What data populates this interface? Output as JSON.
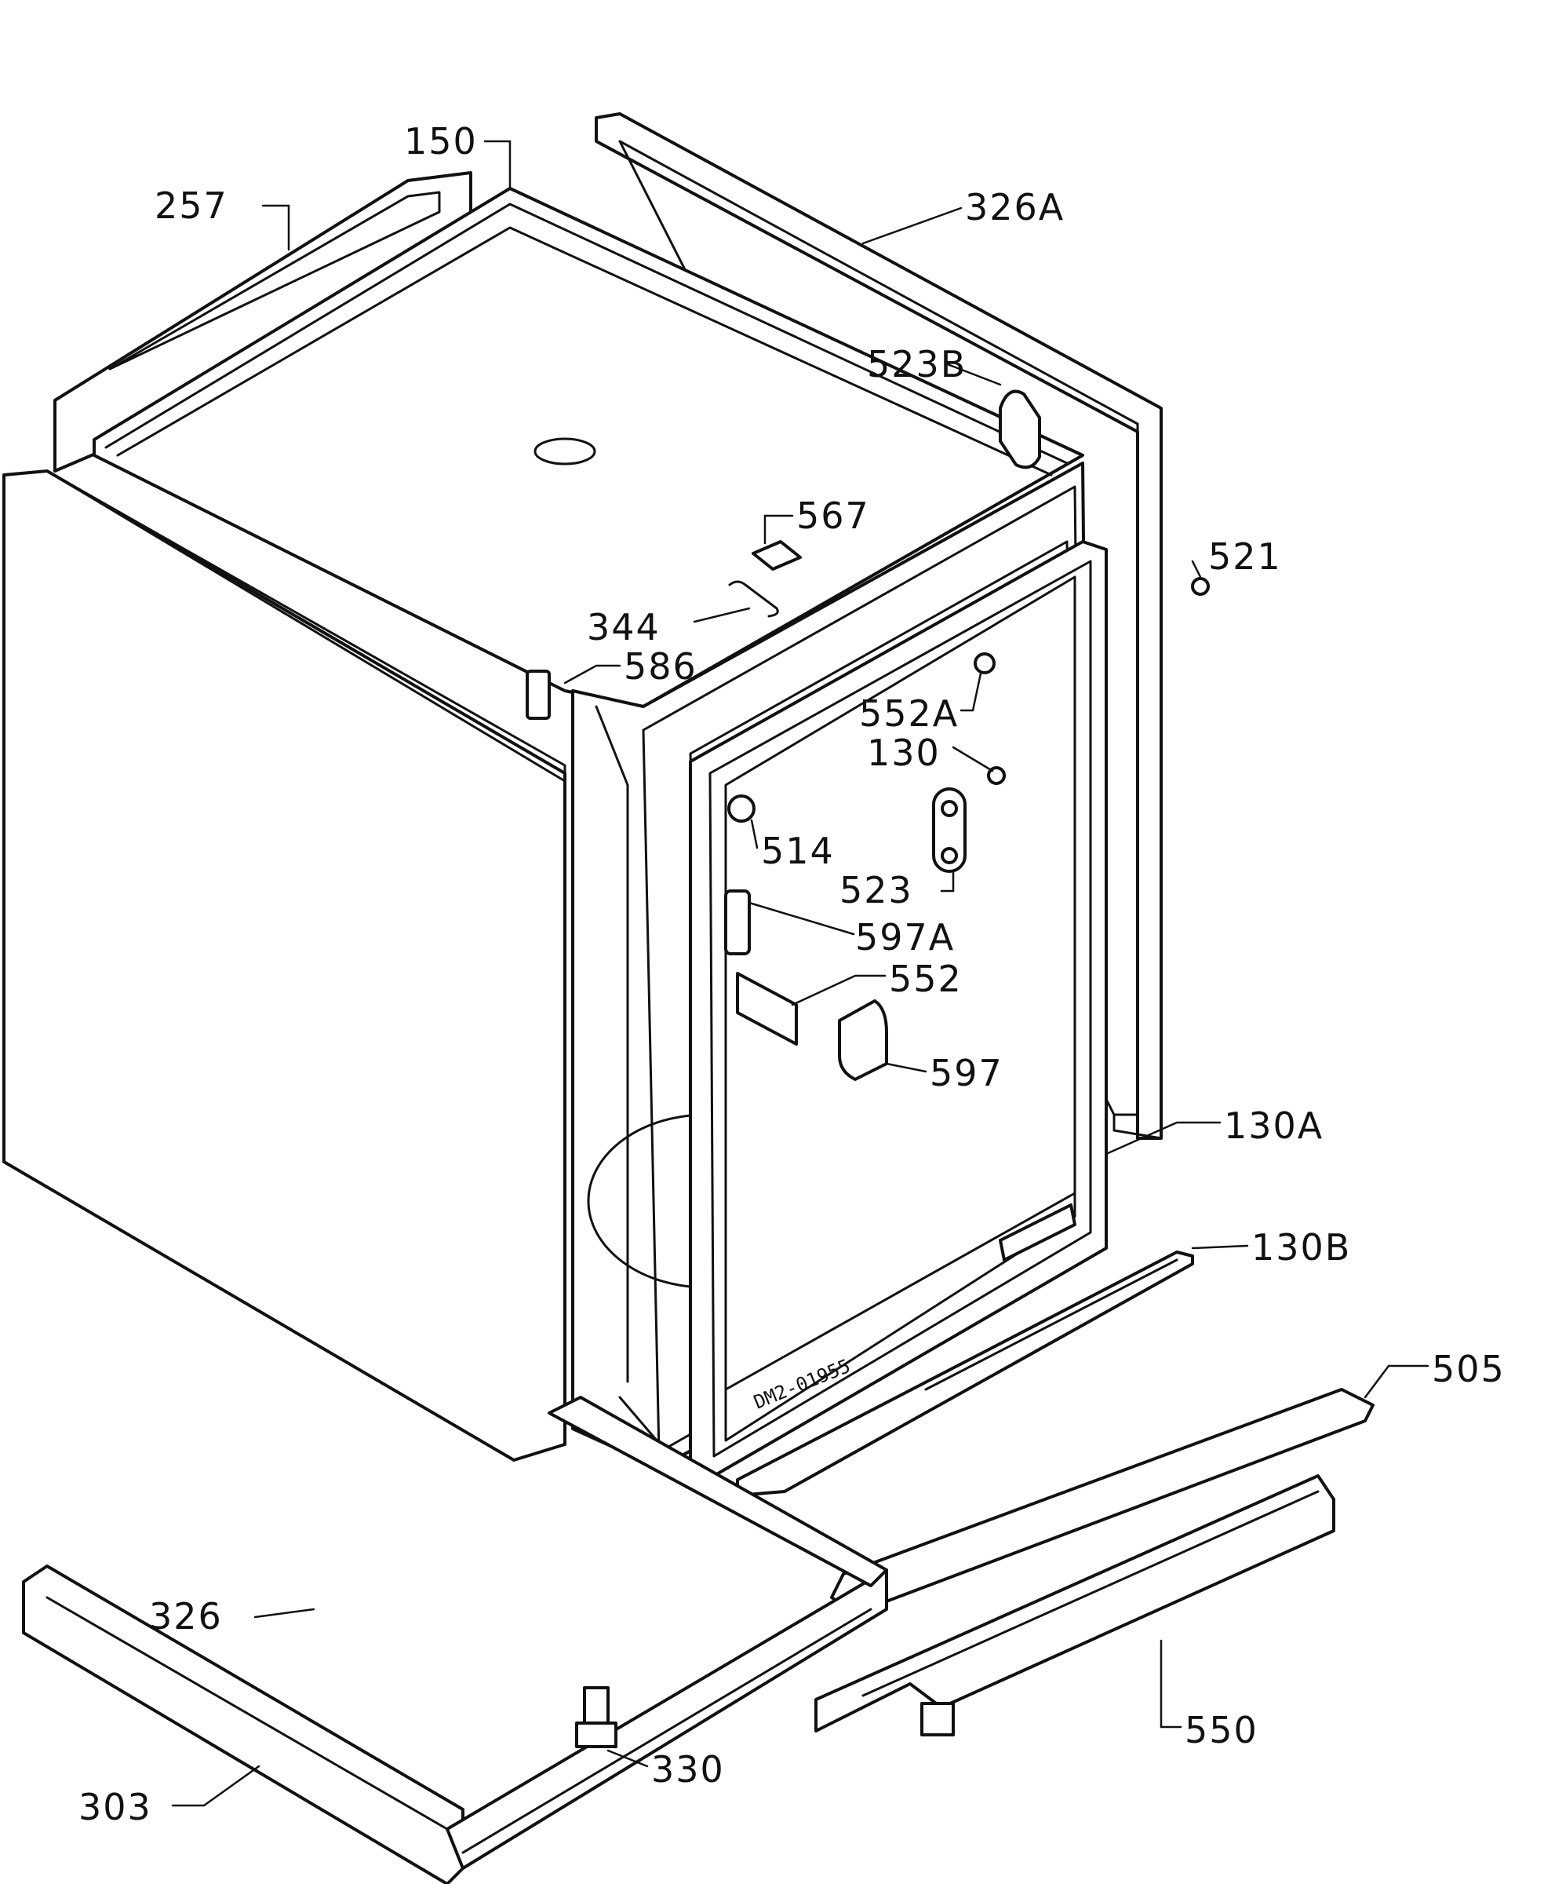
{
  "drawing_code": "DM2-01955",
  "labels": {
    "p150": "150",
    "p257": "257",
    "p326A": "326A",
    "p523B": "523B",
    "p567": "567",
    "p521": "521",
    "p344": "344",
    "p586": "586",
    "p552A": "552A",
    "p130": "130",
    "p514": "514",
    "p523": "523",
    "p597A": "597A",
    "p552": "552",
    "p597": "597",
    "p130A": "130A",
    "p130B": "130B",
    "p505": "505",
    "p326": "326",
    "p550": "550",
    "p330": "330",
    "p303": "303"
  }
}
